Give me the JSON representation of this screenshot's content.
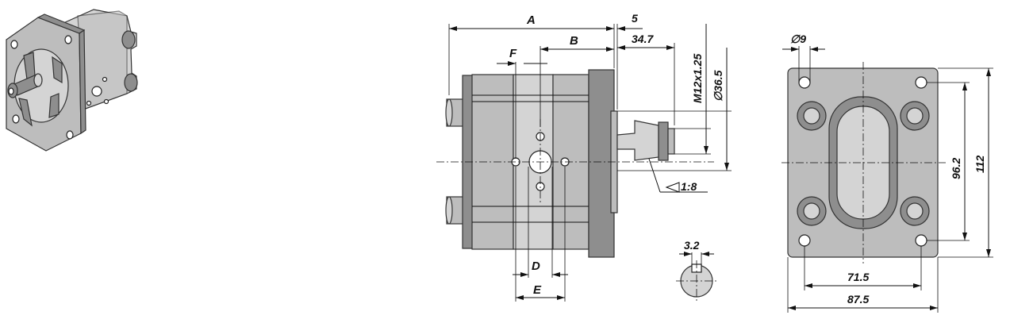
{
  "drawing": {
    "side_view": {
      "labels": {
        "A": "A",
        "B": "B",
        "F": "F",
        "D": "D",
        "E": "E",
        "five": "5",
        "shaft_len": "34.7",
        "thread": "M12x1.25",
        "pilot_dia": "∅36.5",
        "taper": "1:8"
      }
    },
    "key_detail": {
      "key_width": "3.2"
    },
    "front_view": {
      "hole_dia": "∅9",
      "bolt_vertical": "96.2",
      "height": "112",
      "bolt_horizontal": "71.5",
      "width": "87.5"
    },
    "colors": {
      "body_mid": "#bdbdbd",
      "body_light": "#d4d4d4",
      "body_dark": "#8e8e8e",
      "line": "#111111"
    }
  }
}
